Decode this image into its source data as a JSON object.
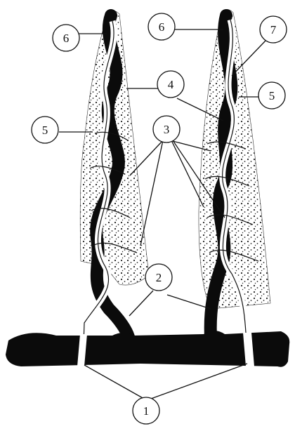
{
  "figure": {
    "labels": {
      "l1": "1",
      "l2a": "2",
      "l3": "3",
      "l4": "4",
      "l5a": "5",
      "l5b": "5",
      "l6a": "6",
      "l6b": "6",
      "l7": "7"
    }
  }
}
